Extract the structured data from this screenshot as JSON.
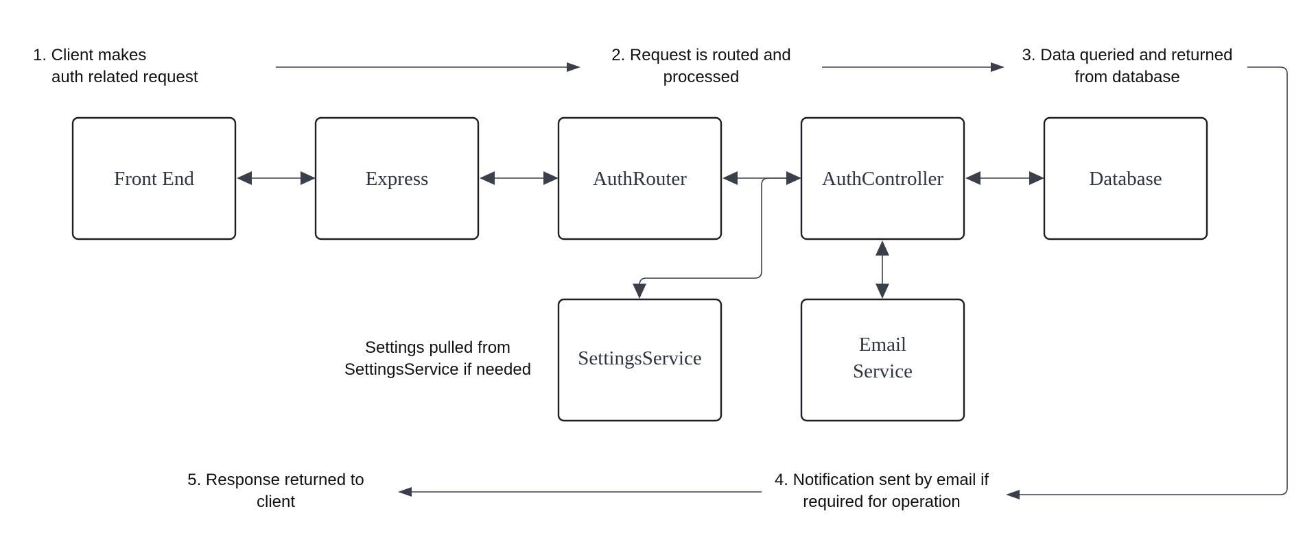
{
  "nodes": {
    "front_end": "Front End",
    "express": "Express",
    "auth_router": "AuthRouter",
    "auth_controller": "AuthController",
    "database": "Database",
    "settings_service": "SettingsService",
    "email_service_line1": "Email",
    "email_service_line2": "Service"
  },
  "steps": {
    "step1_line1": "1.  Client makes",
    "step1_line2": "auth related request",
    "step2_line1": "2.  Request is routed and",
    "step2_line2": "processed",
    "step3_line1": "3. Data queried and returned",
    "step3_line2": "from database",
    "step4_line1": "4.  Notification sent by email if",
    "step4_line2": "required for operation",
    "step5_line1": "5.  Response returned to",
    "step5_line2": "client"
  },
  "notes": {
    "settings_line1": "Settings pulled from",
    "settings_line2": "SettingsService if needed"
  }
}
